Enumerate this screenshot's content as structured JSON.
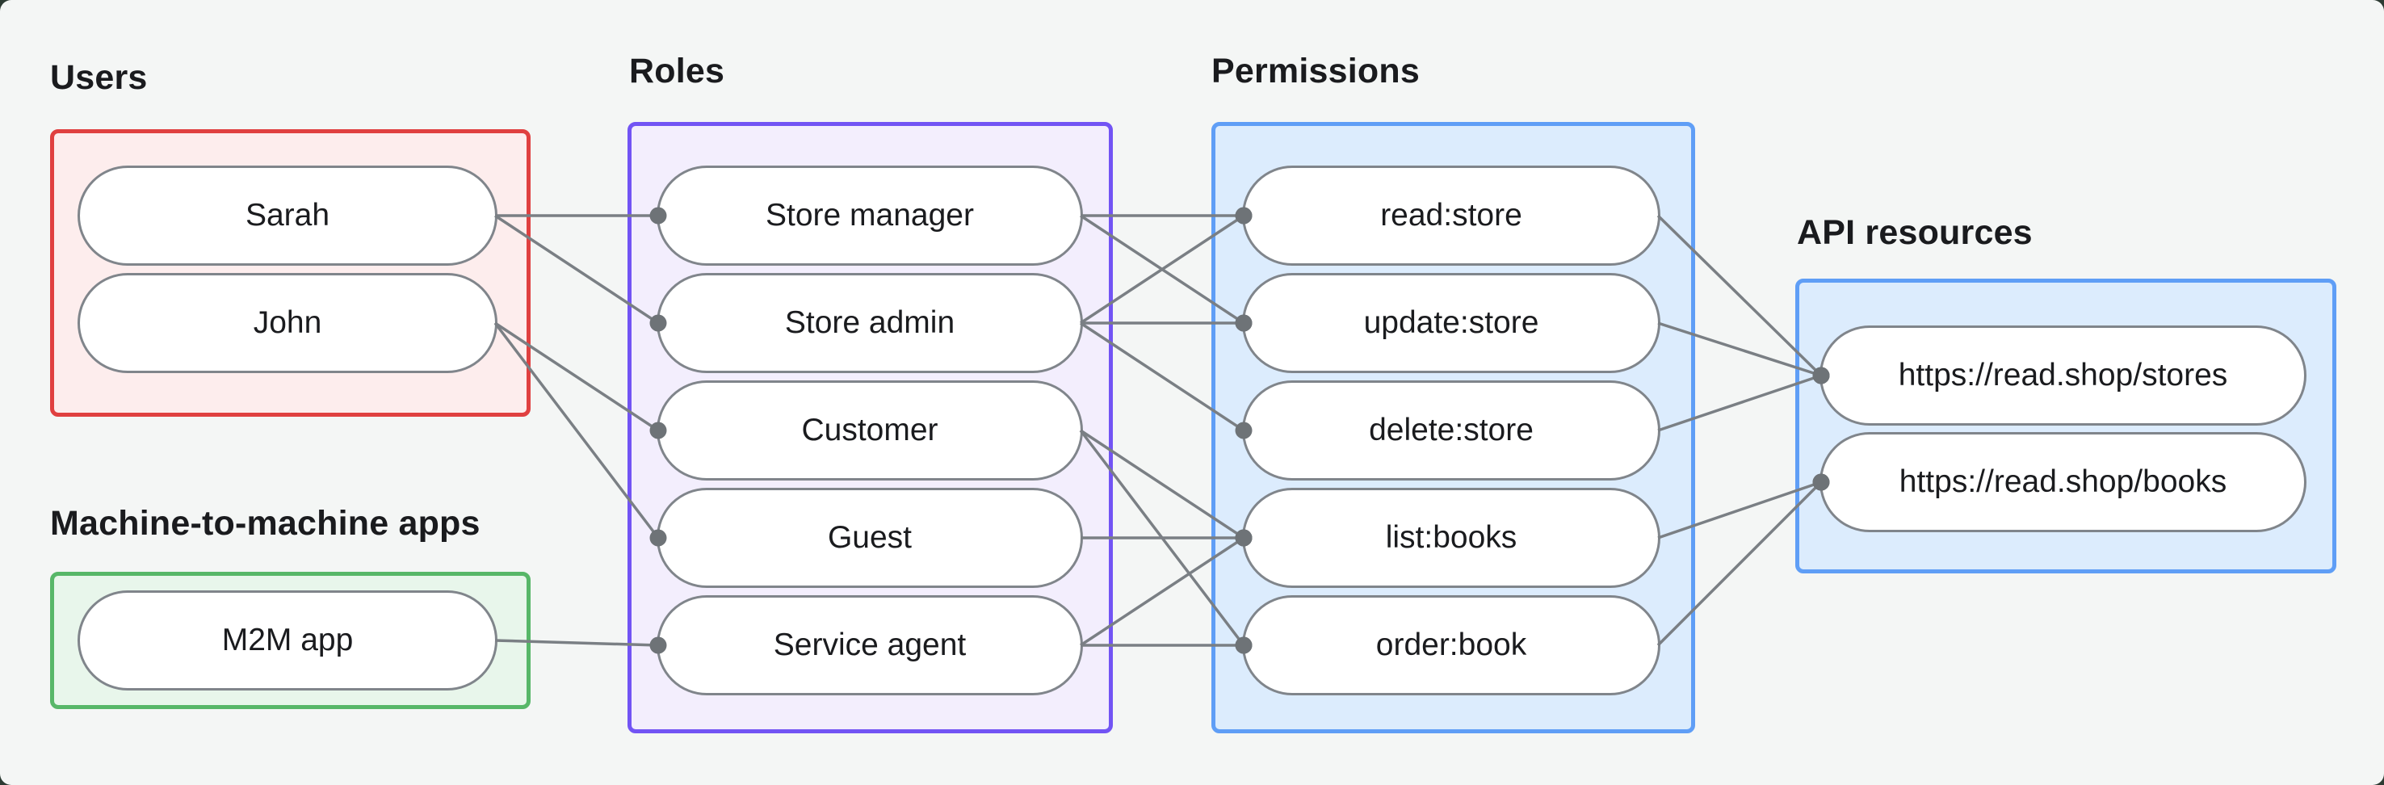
{
  "groups": [
    {
      "id": "users",
      "label": "Users",
      "nodes": [
        {
          "id": "sarah",
          "label": "Sarah"
        },
        {
          "id": "john",
          "label": "John"
        }
      ]
    },
    {
      "id": "m2m",
      "label": "Machine-to-machine apps",
      "nodes": [
        {
          "id": "m2m-app",
          "label": "M2M app"
        }
      ]
    },
    {
      "id": "roles",
      "label": "Roles",
      "nodes": [
        {
          "id": "store-manager",
          "label": "Store manager"
        },
        {
          "id": "store-admin",
          "label": "Store admin"
        },
        {
          "id": "customer",
          "label": "Customer"
        },
        {
          "id": "guest",
          "label": "Guest"
        },
        {
          "id": "service-agent",
          "label": "Service agent"
        }
      ]
    },
    {
      "id": "permissions",
      "label": "Permissions",
      "nodes": [
        {
          "id": "read-store",
          "label": "read:store"
        },
        {
          "id": "update-store",
          "label": "update:store"
        },
        {
          "id": "delete-store",
          "label": "delete:store"
        },
        {
          "id": "list-books",
          "label": "list:books"
        },
        {
          "id": "order-book",
          "label": "order:book"
        }
      ]
    },
    {
      "id": "api",
      "label": "API resources",
      "nodes": [
        {
          "id": "stores",
          "label": "https://read.shop/stores"
        },
        {
          "id": "books",
          "label": "https://read.shop/books"
        }
      ]
    }
  ],
  "edges": [
    {
      "from": "sarah",
      "to": "store-manager"
    },
    {
      "from": "sarah",
      "to": "store-admin"
    },
    {
      "from": "john",
      "to": "customer"
    },
    {
      "from": "john",
      "to": "guest"
    },
    {
      "from": "m2m-app",
      "to": "service-agent"
    },
    {
      "from": "store-manager",
      "to": "read-store"
    },
    {
      "from": "store-manager",
      "to": "update-store"
    },
    {
      "from": "store-admin",
      "to": "read-store"
    },
    {
      "from": "store-admin",
      "to": "update-store"
    },
    {
      "from": "store-admin",
      "to": "delete-store"
    },
    {
      "from": "customer",
      "to": "list-books"
    },
    {
      "from": "customer",
      "to": "order-book"
    },
    {
      "from": "guest",
      "to": "list-books"
    },
    {
      "from": "service-agent",
      "to": "list-books"
    },
    {
      "from": "service-agent",
      "to": "order-book"
    },
    {
      "from": "read-store",
      "to": "stores"
    },
    {
      "from": "update-store",
      "to": "stores"
    },
    {
      "from": "delete-store",
      "to": "stores"
    },
    {
      "from": "list-books",
      "to": "books"
    },
    {
      "from": "order-book",
      "to": "books"
    }
  ],
  "colors": {
    "page_outside": "#2d3b33",
    "canvas_background": "#f4f6f5",
    "users_border": "#e04040",
    "users_fill": "#fdeded",
    "m2m_border": "#57b768",
    "m2m_fill": "#e8f6eb",
    "roles_border": "#7254f4",
    "roles_fill": "#f3eefd",
    "permissions_border": "#5f9ef6",
    "permissions_fill": "#dcecfd",
    "api_border": "#5f9ef6",
    "api_fill": "#dcecfd",
    "pill_border": "#80858b",
    "pill_fill": "#ffffff",
    "edge_line": "#7a7f84",
    "edge_dot": "#6e7377",
    "text": "#1a1b1e"
  }
}
